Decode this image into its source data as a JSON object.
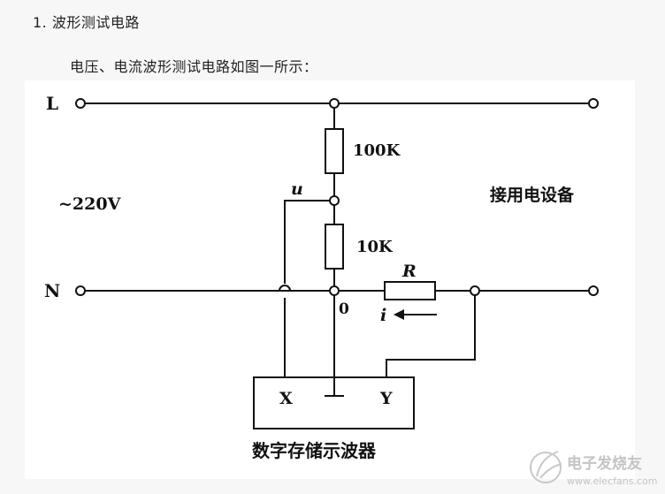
{
  "heading": "1. 波形测试电路",
  "intro": "电压、电流波形测试电路如图一所示：",
  "diagram": {
    "line_label": "L",
    "neutral_label": "N",
    "voltage_label": "~220V",
    "r1_label": "100K",
    "r2_label": "10K",
    "u_label": "u",
    "zero_label": "0",
    "r_label": "R",
    "i_label": "i",
    "device_label": "接用电设备",
    "x_label": "X",
    "y_label": "Y",
    "scope_label": "数字存储示波器"
  },
  "watermark": {
    "text": "电子发烧友",
    "url": "www.elecfans.com"
  }
}
